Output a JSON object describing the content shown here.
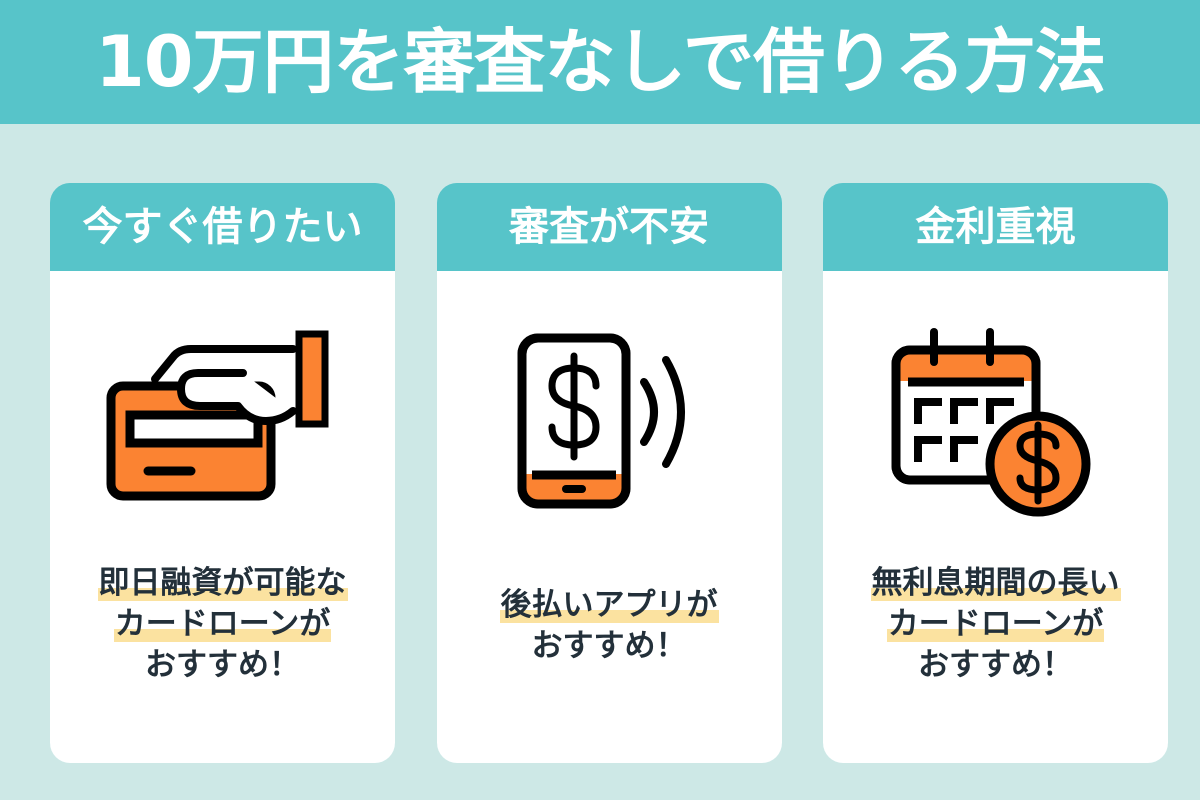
{
  "header": {
    "title": "10万円を審査なしで借りる方法",
    "background_color": "#57c4c9",
    "text_color": "#ffffff"
  },
  "page": {
    "background_color": "#cde8e6",
    "accent_orange": "#fb8332",
    "highlight_yellow": "#fbe2a0",
    "caption_text_color": "#23303a"
  },
  "cards": [
    {
      "header_label": "今すぐ借りたい",
      "icon_name": "hand-holding-credit-card-icon",
      "caption_lines": [
        {
          "text": "即日融資が可能な",
          "highlighted": true
        },
        {
          "text": "カードローンが",
          "highlighted": true
        },
        {
          "text": "おすすめ！",
          "highlighted": false
        }
      ]
    },
    {
      "header_label": "審査が不安",
      "icon_name": "smartphone-contactless-payment-icon",
      "caption_lines": [
        {
          "text": "後払いアプリが",
          "highlighted": true
        },
        {
          "text": "おすすめ！",
          "highlighted": false
        }
      ]
    },
    {
      "header_label": "金利重視",
      "icon_name": "calendar-with-coin-icon",
      "caption_lines": [
        {
          "text": "無利息期間の長い",
          "highlighted": true
        },
        {
          "text": "カードローンが",
          "highlighted": true
        },
        {
          "text": "おすすめ！",
          "highlighted": false
        }
      ]
    }
  ]
}
